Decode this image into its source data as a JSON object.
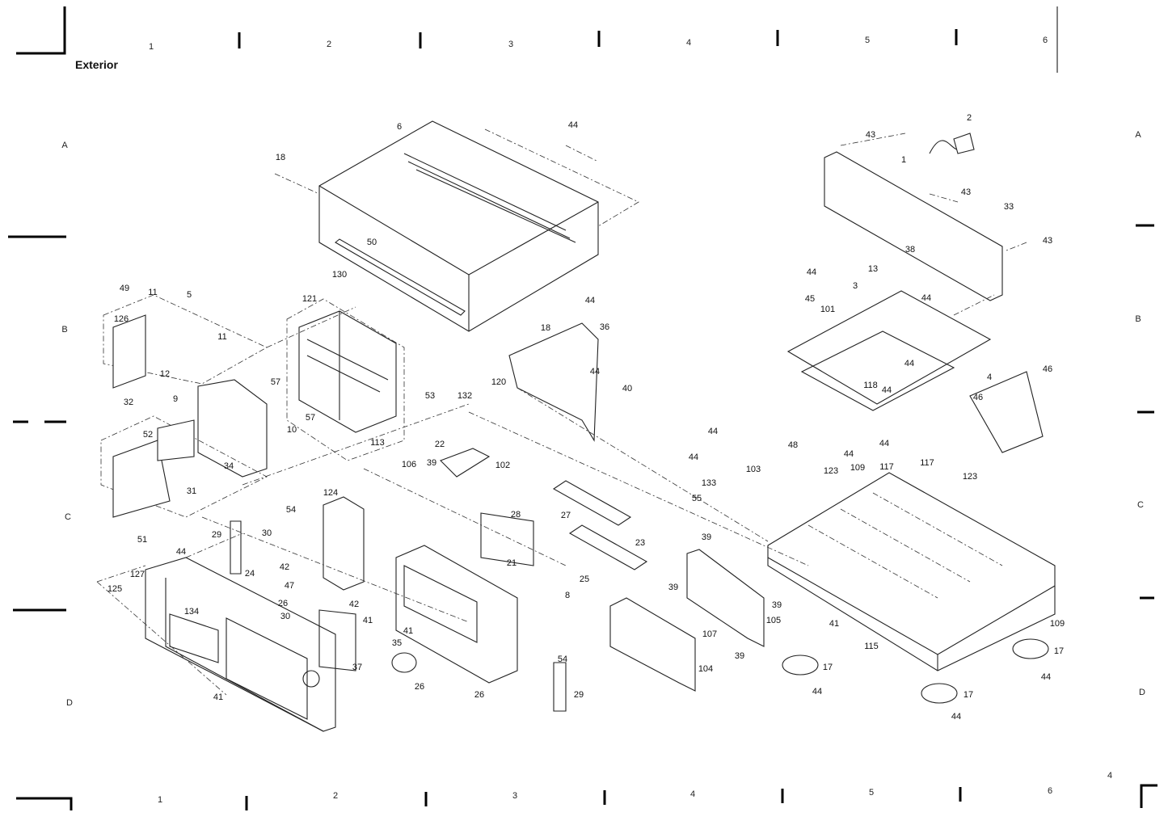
{
  "title": "Exterior",
  "page_number": "4",
  "grid": {
    "columns_top": [
      "1",
      "2",
      "3",
      "4",
      "5",
      "6"
    ],
    "columns_bottom": [
      "1",
      "2",
      "3",
      "4",
      "5",
      "6"
    ],
    "rows_left": [
      "A",
      "B",
      "C",
      "D"
    ],
    "rows_right": [
      "A",
      "B",
      "C",
      "D"
    ]
  },
  "parts": [
    "6",
    "44",
    "18",
    "50",
    "130",
    "44",
    "18",
    "36",
    "121",
    "49",
    "11",
    "5",
    "126",
    "11",
    "12",
    "57",
    "57",
    "53",
    "132",
    "113",
    "22",
    "32",
    "9",
    "52",
    "10",
    "34",
    "31",
    "120",
    "44",
    "40",
    "106",
    "39",
    "102",
    "124",
    "54",
    "30",
    "29",
    "24",
    "42",
    "47",
    "26",
    "28",
    "27",
    "23",
    "21",
    "25",
    "8",
    "42",
    "41",
    "30",
    "41",
    "35",
    "37",
    "54",
    "26",
    "26",
    "29",
    "51",
    "44",
    "127",
    "125",
    "134",
    "41",
    "39",
    "39",
    "39",
    "105",
    "107",
    "39",
    "104",
    "44",
    "48",
    "103",
    "44",
    "133",
    "55",
    "44",
    "44",
    "123",
    "109",
    "117",
    "117",
    "123",
    "109",
    "115",
    "41",
    "17",
    "44",
    "17",
    "44",
    "17",
    "44",
    "43",
    "2",
    "1",
    "43",
    "33",
    "43",
    "38",
    "13",
    "3",
    "44",
    "45",
    "101",
    "44",
    "44",
    "118",
    "44",
    "4",
    "46",
    "46"
  ]
}
